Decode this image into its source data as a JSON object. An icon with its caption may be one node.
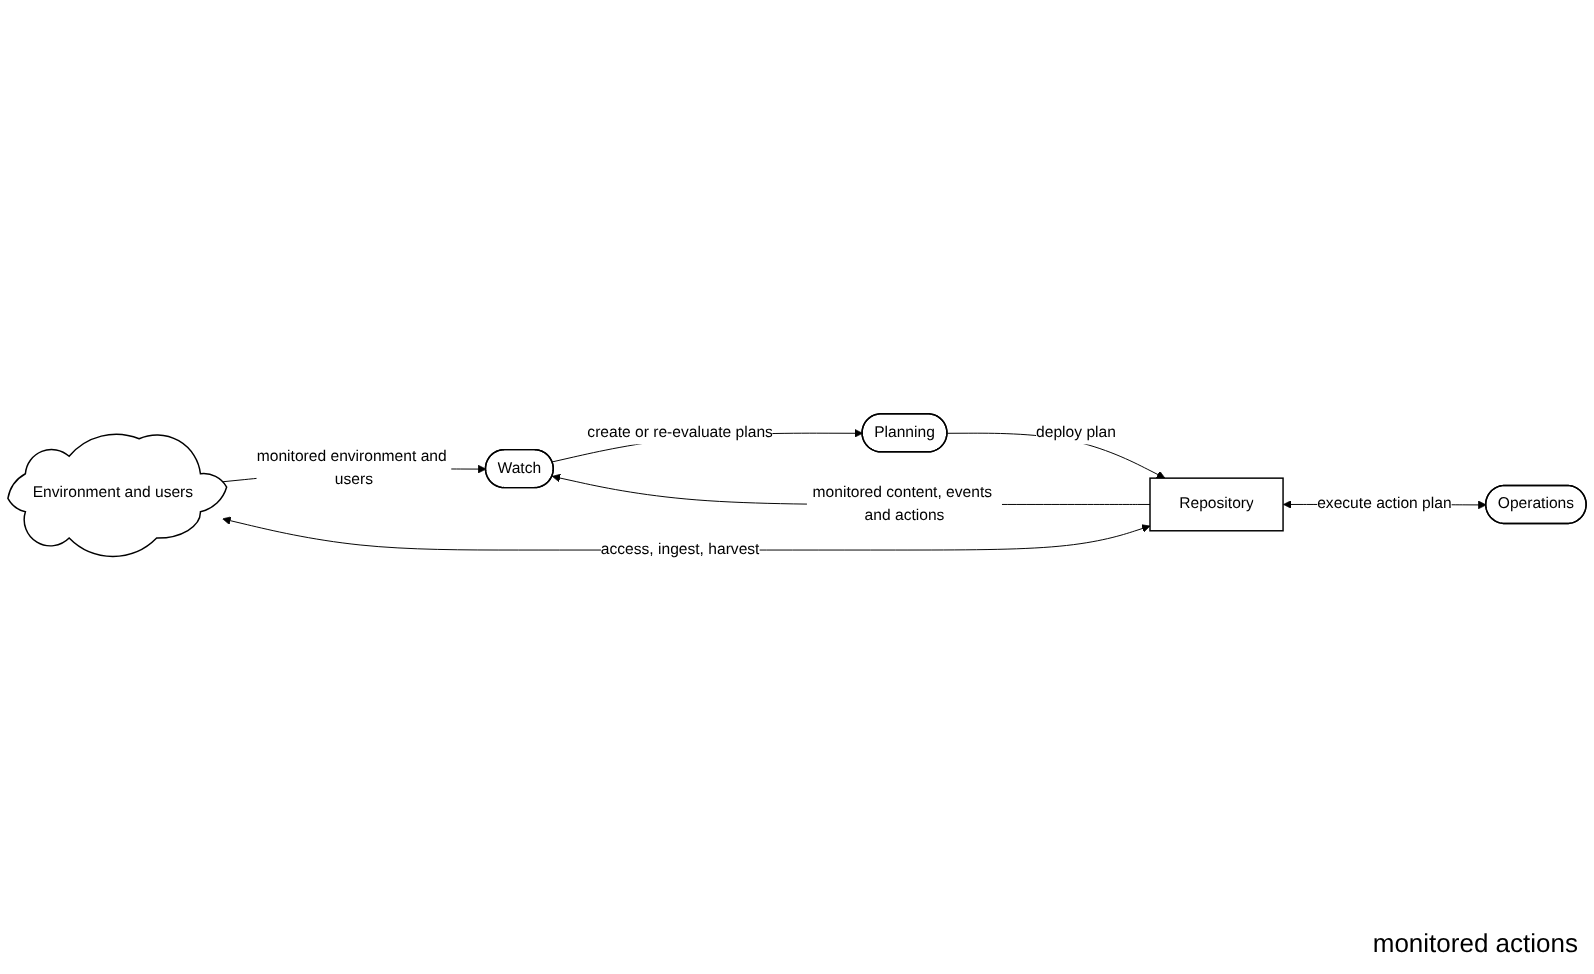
{
  "diagram": {
    "nodes": [
      {
        "text": [
          "Watch"
        ]
      },
      {
        "text": [
          "Environment and users"
        ]
      },
      {
        "text": [
          "Planning"
        ]
      },
      {
        "text": [
          "Repository"
        ]
      },
      {
        "text": [
          "Operations"
        ]
      }
    ],
    "edges": [
      {
        "from": 1,
        "to": 0,
        "arrow": "to",
        "label": "monitored environment and users"
      },
      {
        "from": 3,
        "to": 0,
        "arrow": "to",
        "label": "monitored content, events and actions"
      },
      {
        "from": 0,
        "to": 2,
        "arrow": "to",
        "label": "create or re-evaluate plans"
      },
      {
        "from": 2,
        "to": 3,
        "arrow": "to",
        "label": "deploy plan"
      },
      {
        "from": 1,
        "to": 3,
        "arrow": "both",
        "label": "access, ingest, harvest"
      },
      {
        "from": 3,
        "to": 4,
        "arrow": "both",
        "label": "execute action plan"
      }
    ],
    "labels": [
      "monitored actions"
    ]
  }
}
